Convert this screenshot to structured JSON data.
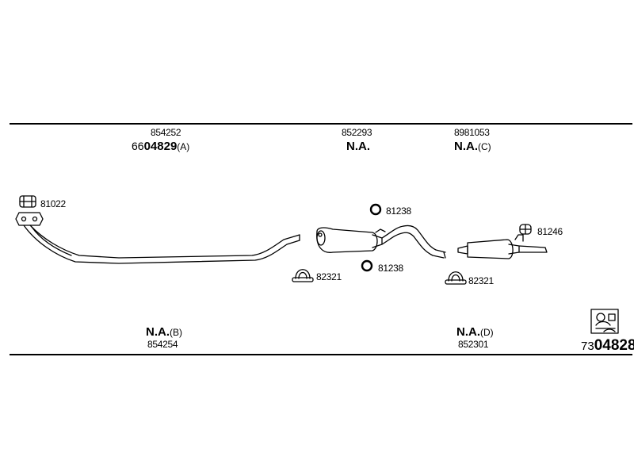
{
  "parts_top": [
    {
      "number": "854252",
      "code_prefix": "66",
      "code_bold": "04829",
      "code_suffix": "(A)"
    },
    {
      "number": "852293",
      "code_bold": "N.A."
    },
    {
      "number": "8981053",
      "code_bold": "N.A.",
      "code_suffix": "(C)"
    }
  ],
  "parts_bottom": [
    {
      "code_bold": "N.A.",
      "code_suffix": "(B)",
      "number": "854254"
    },
    {
      "code_bold": "N.A.",
      "code_suffix": "(D)",
      "number": "852301"
    }
  ],
  "callouts": {
    "gasket_front": "81022",
    "ring_top": "81238",
    "ring_bottom": "81238",
    "clamp_mid": "82321",
    "clamp_rear": "82321",
    "hanger_rear": "81246"
  },
  "kit": {
    "prefix": "73",
    "bold": "04828",
    "icon": "exhaust-kit-icon"
  }
}
